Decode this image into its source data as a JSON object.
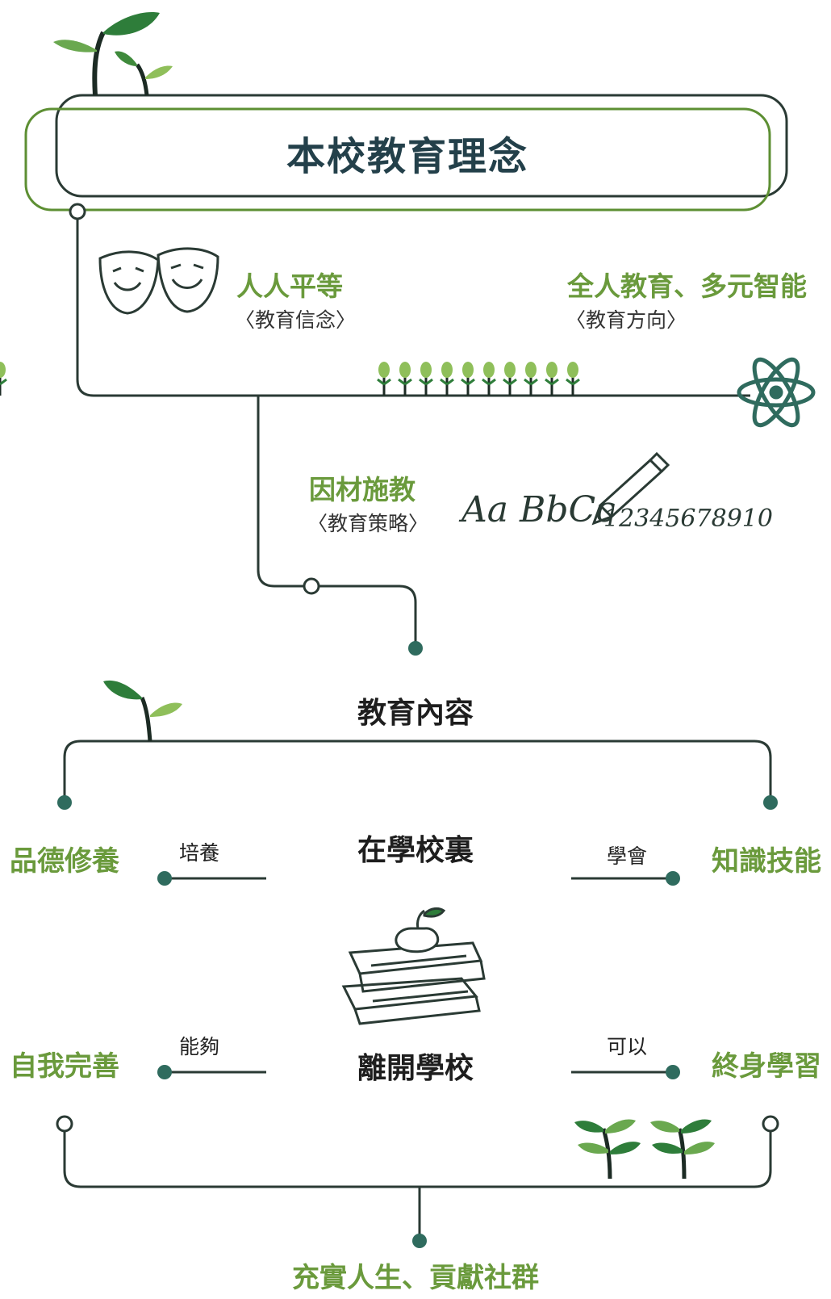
{
  "title": "本校教育理念",
  "beliefs": [
    {
      "heading": "人人平等",
      "sub": "〈教育信念〉"
    },
    {
      "heading": "全人教育、多元智能",
      "sub": "〈教育方向〉"
    },
    {
      "heading": "因材施教",
      "sub": "〈教育策略〉"
    }
  ],
  "handwriting": {
    "letters": "Aa BbCc",
    "digits": "12345678910"
  },
  "content_title": "教育內容",
  "in_school": {
    "title": "在學校裏",
    "left_label": "品德修養",
    "left_connector": "培養",
    "right_label": "知識技能",
    "right_connector": "學會"
  },
  "after_school": {
    "title": "離開學校",
    "left_label": "自我完善",
    "left_connector": "能夠",
    "right_label": "終身學習",
    "right_connector": "可以"
  },
  "conclusion": "充實人生、貢獻社群",
  "colors": {
    "accent_green": "#6a9a3c",
    "dark_green": "#1f5a2e",
    "line": "#2a3a34",
    "teal": "#2f6b5e"
  },
  "icons": [
    "sprout-icon",
    "theater-masks-icon",
    "seedling-row-icon",
    "atom-icon",
    "pencil-icon",
    "books-apple-icon",
    "tree-icon"
  ]
}
